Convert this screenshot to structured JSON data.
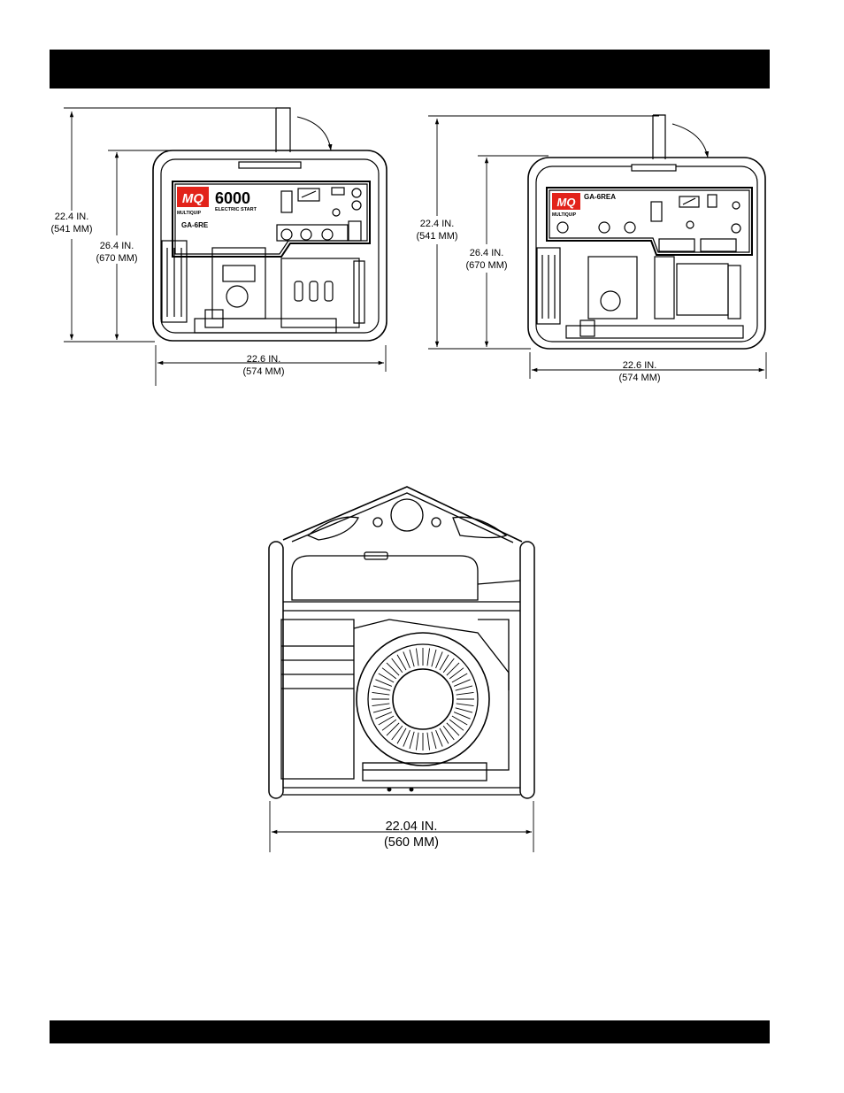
{
  "figure_left": {
    "model_number": "6000",
    "subtitle": "ELECTRIC START",
    "model_name": "GA-6RE",
    "logo_text": "MQ",
    "logo_subtext": "MULTIQUIP",
    "dim_height_outer": [
      "22.4 IN.",
      "(541 MM)"
    ],
    "dim_height_inner": [
      "26.4 IN.",
      "(670 MM)"
    ],
    "dim_width": [
      "22.6 IN.",
      "(574 MM)"
    ]
  },
  "figure_right": {
    "model_name": "GA-6REA",
    "logo_text": "MQ",
    "logo_subtext": "MULTIQUIP",
    "dim_height_outer": [
      "22.4 IN.",
      "(541 MM)"
    ],
    "dim_height_inner": [
      "26.4 IN.",
      "(670 MM)"
    ],
    "dim_width": [
      "22.6 IN.",
      "(574 MM)"
    ]
  },
  "figure_side": {
    "dim_width": [
      "22.04 IN.",
      "(560 MM)"
    ]
  },
  "colors": {
    "bar": "#000000",
    "logo": "#e2231a"
  }
}
